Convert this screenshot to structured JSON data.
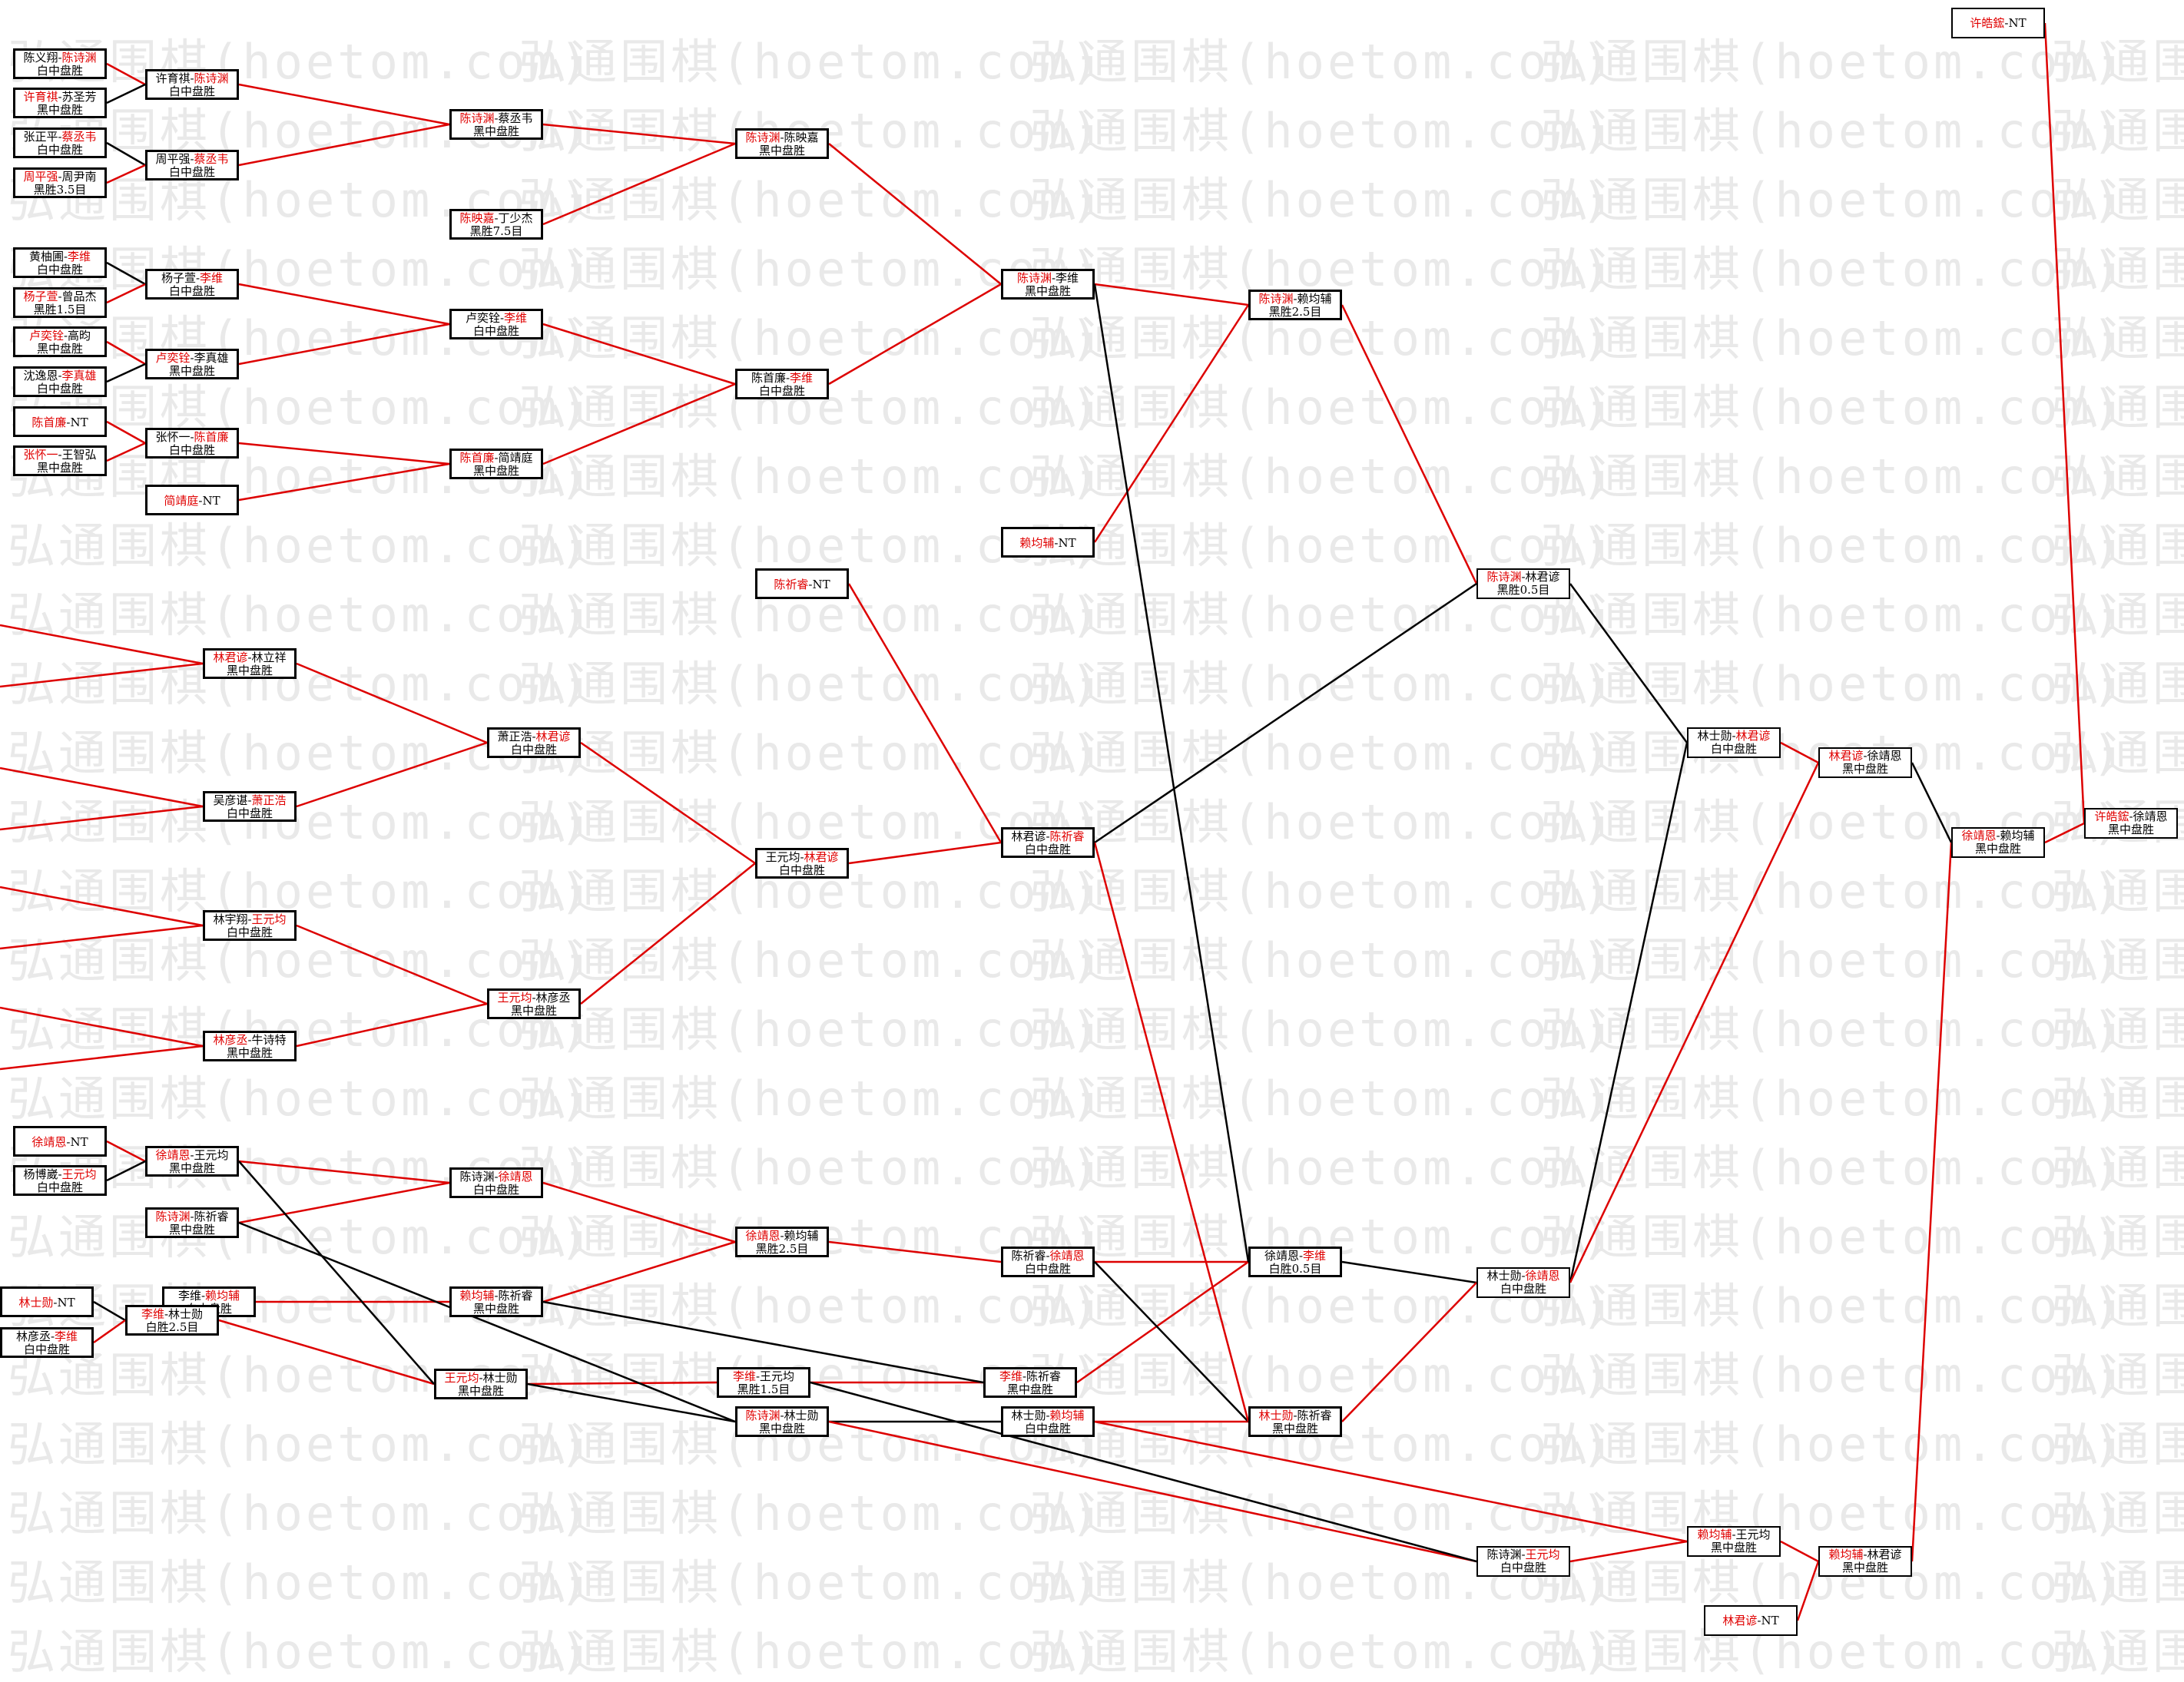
{
  "watermark": "弘通围棋(hoetom.com)",
  "colors": {
    "winner": "#e00000",
    "line_win": "#dd0000",
    "line_loss": "#000000",
    "border": "#000000"
  },
  "nodes": [
    {
      "id": "r1-01",
      "a": "陈义翔",
      "b": "陈诗渊",
      "w": "b",
      "result": "白中盘胜"
    },
    {
      "id": "r1-02",
      "a": "许育祺",
      "b": "苏圣芳",
      "w": "a",
      "result": "黑中盘胜"
    },
    {
      "id": "r1-03",
      "a": "张正平",
      "b": "蔡丞韦",
      "w": "b",
      "result": "白中盘胜"
    },
    {
      "id": "r1-04",
      "a": "周平强",
      "b": "周尹南",
      "w": "a",
      "result": "黑胜3.5目"
    },
    {
      "id": "r1-05",
      "a": "黄柚圃",
      "b": "李维",
      "w": "b",
      "result": "白中盘胜"
    },
    {
      "id": "r1-06",
      "a": "杨子萱",
      "b": "曾品杰",
      "w": "a",
      "result": "黑胜1.5目"
    },
    {
      "id": "r1-07",
      "a": "卢奕铨",
      "b": "高昀",
      "w": "a",
      "result": "黑中盘胜"
    },
    {
      "id": "r1-08",
      "a": "沈逸恩",
      "b": "李真雄",
      "w": "b",
      "result": "白中盘胜"
    },
    {
      "id": "r1-09",
      "a": "陈首廉",
      "b": "NT",
      "w": "a",
      "result": ""
    },
    {
      "id": "r1-10",
      "a": "张怀一",
      "b": "王智弘",
      "w": "a",
      "result": "黑中盘胜"
    },
    {
      "id": "r2-01",
      "a": "许育祺",
      "b": "陈诗渊",
      "w": "b",
      "result": "白中盘胜"
    },
    {
      "id": "r2-02",
      "a": "周平强",
      "b": "蔡丞韦",
      "w": "b",
      "result": "白中盘胜"
    },
    {
      "id": "r2-03",
      "a": "杨子萱",
      "b": "李维",
      "w": "b",
      "result": "白中盘胜"
    },
    {
      "id": "r2-04",
      "a": "卢奕铨",
      "b": "李真雄",
      "w": "a",
      "result": "黑中盘胜"
    },
    {
      "id": "r2-05",
      "a": "张怀一",
      "b": "陈首廉",
      "w": "b",
      "result": "白中盘胜"
    },
    {
      "id": "r2-06",
      "a": "简靖庭",
      "b": "NT",
      "w": "a",
      "result": ""
    },
    {
      "id": "r3-01",
      "a": "陈诗渊",
      "b": "蔡丞韦",
      "w": "a",
      "result": "黑中盘胜"
    },
    {
      "id": "r3-02",
      "a": "陈映嘉",
      "b": "丁少杰",
      "w": "a",
      "result": "黑胜7.5目"
    },
    {
      "id": "r3-03",
      "a": "卢奕铨",
      "b": "李维",
      "w": "b",
      "result": "白中盘胜"
    },
    {
      "id": "r3-04",
      "a": "陈首廉",
      "b": "简靖庭",
      "w": "a",
      "result": "黑中盘胜"
    },
    {
      "id": "r4-01",
      "a": "陈诗渊",
      "b": "陈映嘉",
      "w": "a",
      "result": "黑中盘胜"
    },
    {
      "id": "r4-02",
      "a": "陈首廉",
      "b": "李维",
      "w": "b",
      "result": "白中盘胜"
    },
    {
      "id": "r5-01",
      "a": "陈诗渊",
      "b": "李维",
      "w": "a",
      "result": "黑中盘胜"
    },
    {
      "id": "r5-02",
      "a": "赖均辅",
      "b": "NT",
      "w": "a",
      "result": ""
    },
    {
      "id": "r6-01",
      "a": "陈诗渊",
      "b": "赖均辅",
      "w": "a",
      "result": "黑胜2.5目"
    },
    {
      "id": "m3-01",
      "a": "林君谚",
      "b": "林立祥",
      "w": "a",
      "result": "黑中盘胜"
    },
    {
      "id": "m3-02",
      "a": "吴彦谌",
      "b": "萧正浩",
      "w": "b",
      "result": "白中盘胜"
    },
    {
      "id": "m3-03",
      "a": "林宇翔",
      "b": "王元均",
      "w": "b",
      "result": "白中盘胜"
    },
    {
      "id": "m3-04",
      "a": "林彦丞",
      "b": "牛诗特",
      "w": "a",
      "result": "黑中盘胜"
    },
    {
      "id": "m4-01",
      "a": "萧正浩",
      "b": "林君谚",
      "w": "b",
      "result": "白中盘胜"
    },
    {
      "id": "m4-02",
      "a": "王元均",
      "b": "林彦丞",
      "w": "a",
      "result": "黑中盘胜"
    },
    {
      "id": "m5-01",
      "a": "王元均",
      "b": "林君谚",
      "w": "b",
      "result": "白中盘胜"
    },
    {
      "id": "m5-02",
      "a": "陈祈睿",
      "b": "NT",
      "w": "a",
      "result": ""
    },
    {
      "id": "m6-01",
      "a": "林君谚",
      "b": "陈祈睿",
      "w": "b",
      "result": "白中盘胜"
    },
    {
      "id": "f1-01",
      "a": "陈诗渊",
      "b": "林君谚",
      "w": "a",
      "result": "黑胜0.5目"
    },
    {
      "id": "b1-01",
      "a": "徐靖恩",
      "b": "NT",
      "w": "a",
      "result": ""
    },
    {
      "id": "b1-02",
      "a": "杨博崴",
      "b": "王元均",
      "w": "b",
      "result": "白中盘胜"
    },
    {
      "id": "b1-03",
      "a": "林士勋",
      "b": "NT",
      "w": "a",
      "result": ""
    },
    {
      "id": "b1-04",
      "a": "林彦丞",
      "b": "李维",
      "w": "b",
      "result": "白中盘胜"
    },
    {
      "id": "b2-01",
      "a": "徐靖恩",
      "b": "王元均",
      "w": "a",
      "result": "黑中盘胜"
    },
    {
      "id": "b2-02",
      "a": "陈诗渊",
      "b": "陈祈睿",
      "w": "a",
      "result": "黑中盘胜"
    },
    {
      "id": "b2-03",
      "a": "李维",
      "b": "赖均辅",
      "w": "b",
      "result": "白中盘胜"
    },
    {
      "id": "b2-04",
      "a": "李维",
      "b": "林士勋",
      "w": "a",
      "result": "白胜2.5目"
    },
    {
      "id": "b3-01",
      "a": "陈诗渊",
      "b": "徐靖恩",
      "w": "b",
      "result": "白中盘胜"
    },
    {
      "id": "b3-02",
      "a": "赖均辅",
      "b": "陈祈睿",
      "w": "a",
      "result": "黑中盘胜"
    },
    {
      "id": "b3-03",
      "a": "王元均",
      "b": "林士勋",
      "w": "a",
      "result": "黑中盘胜"
    },
    {
      "id": "b4-01",
      "a": "徐靖恩",
      "b": "赖均辅",
      "w": "a",
      "result": "黑胜2.5目"
    },
    {
      "id": "b4-02",
      "a": "李维",
      "b": "王元均",
      "w": "a",
      "result": "黑胜1.5目"
    },
    {
      "id": "b4-03",
      "a": "陈诗渊",
      "b": "林士勋",
      "w": "a",
      "result": "黑中盘胜"
    },
    {
      "id": "b5-01",
      "a": "陈祈睿",
      "b": "徐靖恩",
      "w": "b",
      "result": "白中盘胜"
    },
    {
      "id": "b5-02",
      "a": "李维",
      "b": "陈祈睿",
      "w": "a",
      "result": "黑中盘胜"
    },
    {
      "id": "b5-03",
      "a": "林士勋",
      "b": "赖均辅",
      "w": "b",
      "result": "白中盘胜"
    },
    {
      "id": "b6-01",
      "a": "徐靖恩",
      "b": "李维",
      "w": "b",
      "result": "白胜0.5目"
    },
    {
      "id": "b6-02",
      "a": "林士勋",
      "b": "陈祈睿",
      "w": "a",
      "result": "黑中盘胜"
    },
    {
      "id": "b7-01",
      "a": "林士勋",
      "b": "徐靖恩",
      "w": "b",
      "result": "白中盘胜"
    },
    {
      "id": "b7-02",
      "a": "陈诗渊",
      "b": "王元均",
      "w": "b",
      "result": "白中盘胜"
    },
    {
      "id": "f2-01",
      "a": "林士勋",
      "b": "林君谚",
      "w": "b",
      "result": "白中盘胜"
    },
    {
      "id": "f2-02",
      "a": "赖均辅",
      "b": "王元均",
      "w": "a",
      "result": "黑中盘胜"
    },
    {
      "id": "f2-03",
      "a": "林君谚",
      "b": "NT",
      "w": "a",
      "result": ""
    },
    {
      "id": "f3-01",
      "a": "林君谚",
      "b": "徐靖恩",
      "w": "a",
      "result": "黑中盘胜"
    },
    {
      "id": "f3-02",
      "a": "赖均辅",
      "b": "林君谚",
      "w": "a",
      "result": "黑中盘胜"
    },
    {
      "id": "f4-01",
      "a": "徐靖恩",
      "b": "赖均辅",
      "w": "a",
      "result": "黑中盘胜"
    },
    {
      "id": "f5-01",
      "a": "许皓鋐",
      "b": "NT",
      "w": "a",
      "result": ""
    },
    {
      "id": "f5-02",
      "a": "许皓鋐",
      "b": "徐靖恩",
      "w": "a",
      "result": "黑中盘胜"
    }
  ]
}
